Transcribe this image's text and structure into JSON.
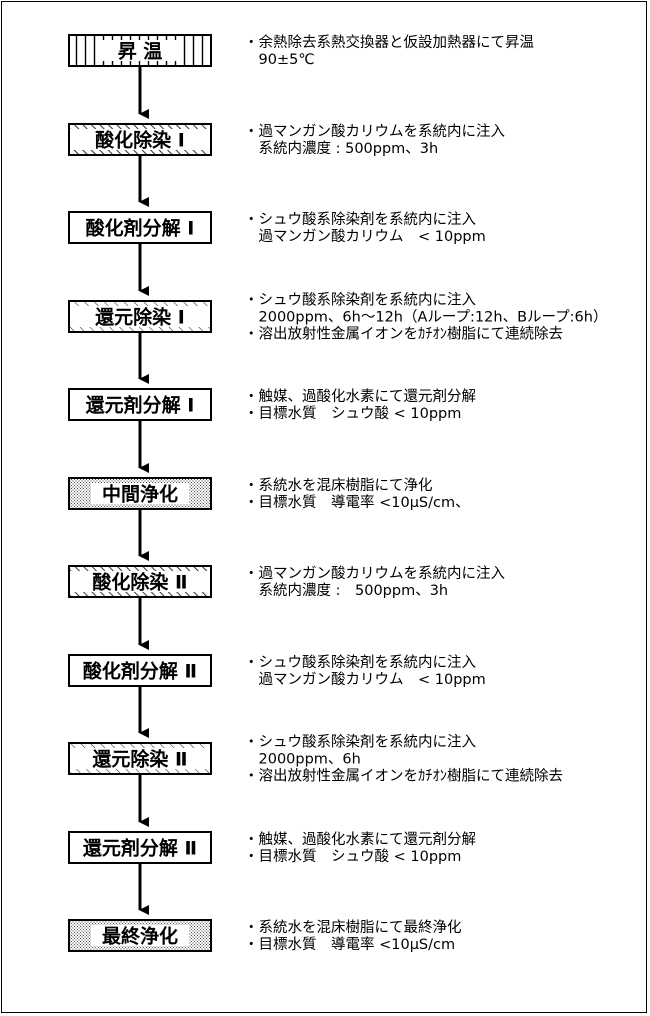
{
  "steps": [
    {
      "label": "昇 温",
      "pattern": "vlines",
      "notes": [
        "・余熱除去系熱交換器と仮設加熱器にて昇温",
        "　90±5℃"
      ]
    },
    {
      "label": "酸化除染 Ⅰ",
      "pattern": "hatch",
      "notes": [
        "・過マンガン酸カリウムを系統内に注入",
        "　系統内濃度 : 500ppm、3h"
      ]
    },
    {
      "label": "酸化剤分解 Ⅰ",
      "pattern": "plain",
      "notes": [
        "・シュウ酸系除染剤を系統内に注入",
        "　過マンガン酸カリウム　< 10ppm"
      ]
    },
    {
      "label": "還元除染 Ⅰ",
      "pattern": "hatch-light",
      "notes": [
        "・シュウ酸系除染剤を系統内に注入",
        "　2000ppm、6h～12h（Aループ:12h、Bループ:6h）",
        "・溶出放射性金属イオンをｶﾁｵﾝ樹脂にて連続除去"
      ]
    },
    {
      "label": "還元剤分解 Ⅰ",
      "pattern": "plain",
      "notes": [
        "・触媒、過酸化水素にて還元剤分解",
        "・目標水質　シュウ酸 < 10ppm"
      ]
    },
    {
      "label": "中間浄化",
      "pattern": "dots",
      "notes": [
        "・系統水を混床樹脂にて浄化",
        "・目標水質　導電率 <10μS/cm、"
      ]
    },
    {
      "label": "酸化除染 Ⅱ",
      "pattern": "hatch",
      "notes": [
        "・過マンガン酸カリウムを系統内に注入",
        "　系統内濃度 :　500ppm、3h"
      ]
    },
    {
      "label": "酸化剤分解 Ⅱ",
      "pattern": "plain",
      "notes": [
        "・シュウ酸系除染剤を系統内に注入",
        "　過マンガン酸カリウム　< 10ppm"
      ]
    },
    {
      "label": "還元除染 Ⅱ",
      "pattern": "hatch-light",
      "notes": [
        "・シュウ酸系除染剤を系統内に注入",
        "　2000ppm、6h",
        "・溶出放射性金属イオンをｶﾁｵﾝ樹脂にて連続除去"
      ]
    },
    {
      "label": "還元剤分解 Ⅱ",
      "pattern": "plain",
      "notes": [
        "・触媒、過酸化水素にて還元剤分解",
        "・目標水質　シュウ酸 < 10ppm"
      ]
    },
    {
      "label": "最終浄化",
      "pattern": "dots",
      "notes": [
        "・系統水を混床樹脂にて最終浄化",
        "・目標水質　導電率 <10μS/cm"
      ]
    }
  ],
  "colors": {
    "line": "#000000",
    "background": "#ffffff"
  }
}
